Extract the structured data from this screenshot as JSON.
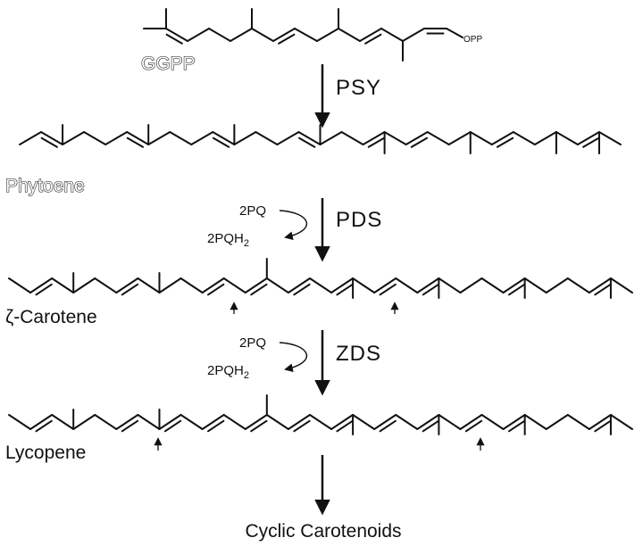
{
  "colors": {
    "ink": "#111111",
    "background": "#ffffff"
  },
  "molecules": {
    "ggpp": {
      "name": "GGPP",
      "group": "OPP"
    },
    "phytoene": {
      "name": "Phytoene"
    },
    "zeta_carotene": {
      "name": "ζ-Carotene"
    },
    "lycopene": {
      "name": "Lycopene"
    }
  },
  "steps": [
    {
      "enzyme": "PSY"
    },
    {
      "enzyme": "PDS",
      "cofactor_in": "2PQ",
      "cofactor_out": "2PQH",
      "cofactor_out_sub": "2"
    },
    {
      "enzyme": "ZDS",
      "cofactor_in": "2PQ",
      "cofactor_out": "2PQH",
      "cofactor_out_sub": "2"
    },
    {
      "enzyme": ""
    }
  ],
  "product": {
    "name": "Cyclic Carotenoids"
  }
}
